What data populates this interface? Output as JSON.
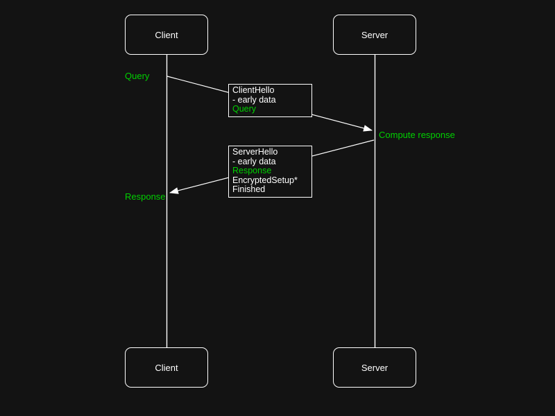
{
  "diagram_type": "sequence-diagram",
  "colors": {
    "background": "#131313",
    "stroke": "#ffffff",
    "text": "#ffffff",
    "accent_green": "#00d100"
  },
  "actors": {
    "client": {
      "label": "Client"
    },
    "server": {
      "label": "Server"
    }
  },
  "annotations": {
    "query": "Query",
    "compute_response": "Compute response",
    "response": "Response"
  },
  "messages": [
    {
      "name": "client-to-server",
      "from": "Client",
      "to": "Server",
      "lines": [
        {
          "text": "ClientHello",
          "color": "white"
        },
        {
          "text": "- early data",
          "color": "white"
        },
        {
          "text": "Query",
          "color": "green"
        }
      ]
    },
    {
      "name": "server-to-client",
      "from": "Server",
      "to": "Client",
      "lines": [
        {
          "text": "ServerHello",
          "color": "white"
        },
        {
          "text": "- early data",
          "color": "white"
        },
        {
          "text": "Response",
          "color": "green"
        },
        {
          "text": "EncryptedSetup*",
          "color": "white"
        },
        {
          "text": "Finished",
          "color": "white"
        }
      ]
    }
  ]
}
